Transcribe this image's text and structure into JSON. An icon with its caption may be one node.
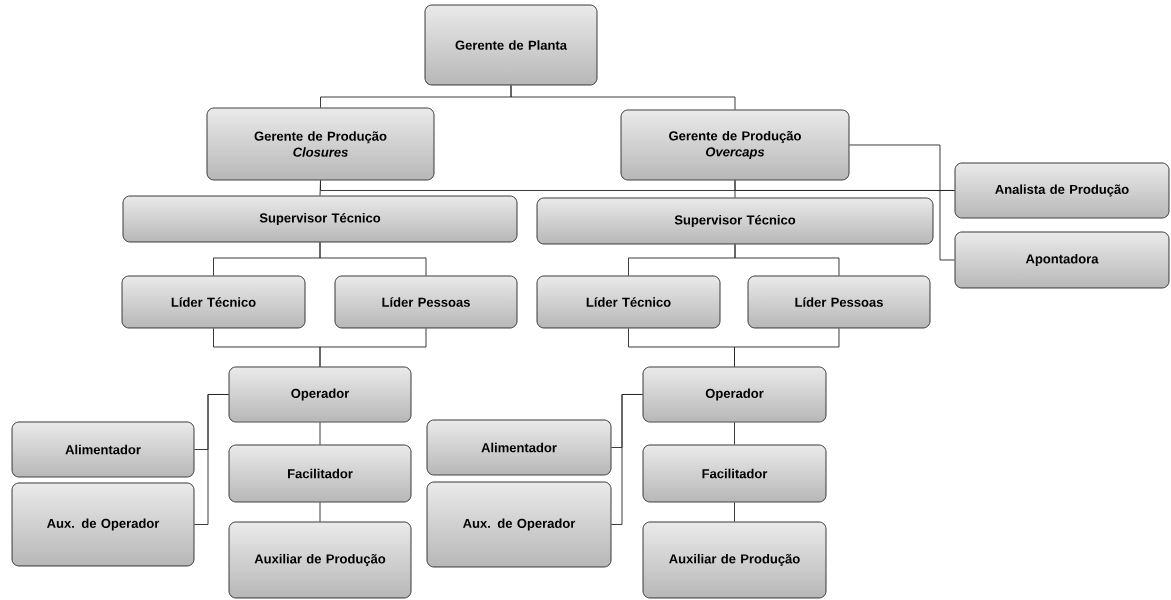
{
  "diagram": {
    "nodes": [
      {
        "text": [
          "Gerente de Planta"
        ]
      },
      {
        "text": [
          "Gerente de Produção",
          "Closures"
        ]
      },
      {
        "text": [
          "Gerente de Produção",
          "Overcaps"
        ]
      },
      {
        "text": [
          "Analista de Produção"
        ]
      },
      {
        "text": [
          "Apontadora"
        ]
      },
      {
        "text": [
          "Supervisor Técnico"
        ]
      },
      {
        "text": [
          "Supervisor Técnico"
        ]
      },
      {
        "text": [
          "Líder Técnico"
        ]
      },
      {
        "text": [
          "Líder Pessoas"
        ]
      },
      {
        "text": [
          "Líder Técnico"
        ]
      },
      {
        "text": [
          "Líder Pessoas"
        ]
      },
      {
        "text": [
          "Operador"
        ]
      },
      {
        "text": [
          "Alimentador"
        ]
      },
      {
        "text": [
          "Aux. de Operador"
        ]
      },
      {
        "text": [
          "Facilitador"
        ]
      },
      {
        "text": [
          "Auxiliar de Produção"
        ]
      },
      {
        "text": [
          "Operador"
        ]
      },
      {
        "text": [
          "Alimentador"
        ]
      },
      {
        "text": [
          "Aux. de Operador"
        ]
      },
      {
        "text": [
          "Facilitador"
        ]
      },
      {
        "text": [
          "Auxiliar de Produção"
        ]
      }
    ],
    "edges": [
      {
        "from": 0,
        "to": 1,
        "arrow": "none"
      },
      {
        "from": 0,
        "to": 2,
        "arrow": "none"
      },
      {
        "from": 1,
        "to": 5,
        "arrow": "none"
      },
      {
        "from": 2,
        "to": 6,
        "arrow": "none"
      },
      {
        "from": 1,
        "to": 3,
        "arrow": "none"
      },
      {
        "from": 2,
        "to": 3,
        "arrow": "none"
      },
      {
        "from": 2,
        "to": 4,
        "arrow": "none"
      },
      {
        "from": 5,
        "to": 7,
        "arrow": "none"
      },
      {
        "from": 5,
        "to": 8,
        "arrow": "none"
      },
      {
        "from": 7,
        "to": 11,
        "arrow": "none"
      },
      {
        "from": 8,
        "to": 11,
        "arrow": "none"
      },
      {
        "from": 11,
        "to": 12,
        "arrow": "none"
      },
      {
        "from": 11,
        "to": 13,
        "arrow": "none"
      },
      {
        "from": 11,
        "to": 14,
        "arrow": "none"
      },
      {
        "from": 14,
        "to": 15,
        "arrow": "none"
      },
      {
        "from": 6,
        "to": 9,
        "arrow": "none"
      },
      {
        "from": 6,
        "to": 10,
        "arrow": "none"
      },
      {
        "from": 9,
        "to": 16,
        "arrow": "none"
      },
      {
        "from": 10,
        "to": 16,
        "arrow": "none"
      },
      {
        "from": 16,
        "to": 17,
        "arrow": "none"
      },
      {
        "from": 16,
        "to": 18,
        "arrow": "none"
      },
      {
        "from": 16,
        "to": 19,
        "arrow": "none"
      },
      {
        "from": 19,
        "to": 20,
        "arrow": "none"
      }
    ]
  }
}
